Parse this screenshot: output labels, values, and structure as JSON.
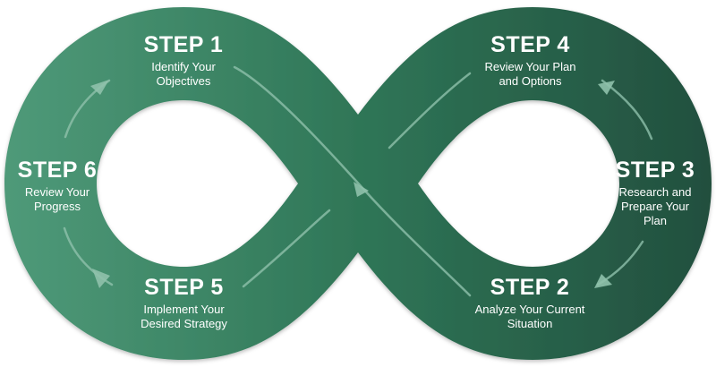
{
  "colors": {
    "loop_light": "#4f9a79",
    "loop_mid": "#2f7657",
    "loop_dark": "#224f3e",
    "text": "#ffffff",
    "arrow": "#8fc1ab"
  },
  "icons": [
    "arrowhead-icon"
  ],
  "steps": [
    {
      "title": "STEP 1",
      "lines": [
        "Identify Your",
        "Objectives"
      ]
    },
    {
      "title": "STEP 2",
      "lines": [
        "Analyze Your Current",
        "Situation"
      ]
    },
    {
      "title": "STEP 3",
      "lines": [
        "Research and",
        "Prepare Your",
        "Plan"
      ]
    },
    {
      "title": "STEP 4",
      "lines": [
        "Review Your Plan",
        "and Options"
      ]
    },
    {
      "title": "STEP 5",
      "lines": [
        "Implement Your",
        "Desired Strategy"
      ]
    },
    {
      "title": "STEP 6",
      "lines": [
        "Review Your",
        "Progress"
      ]
    }
  ]
}
